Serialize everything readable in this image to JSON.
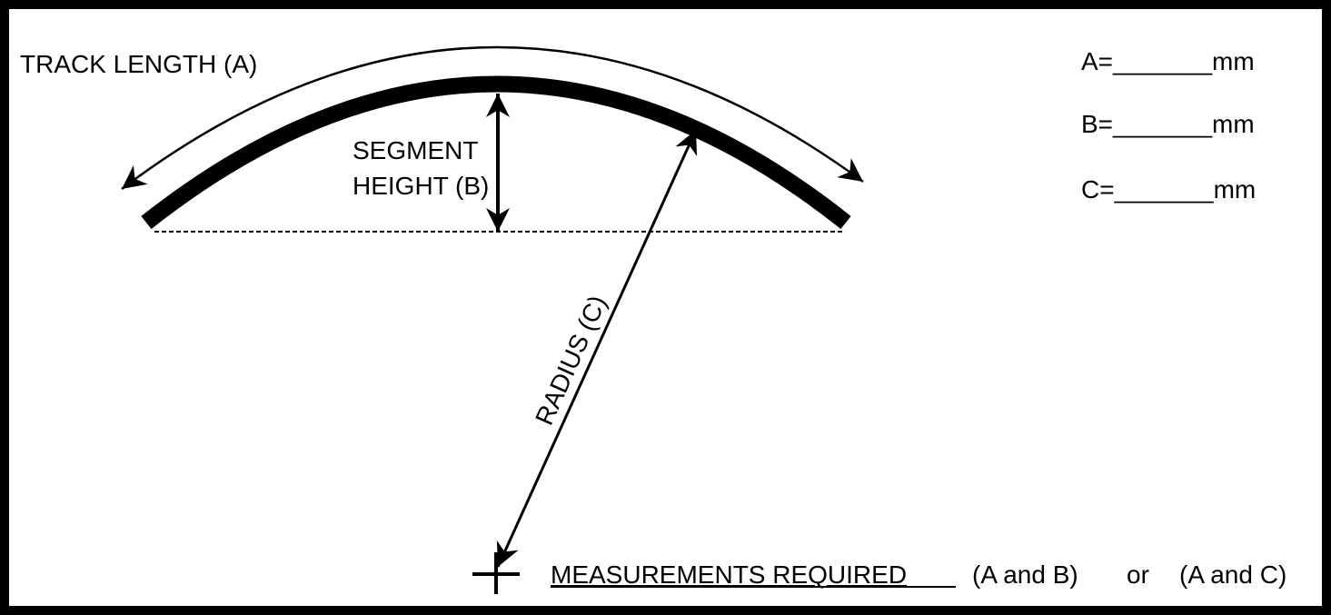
{
  "labels": {
    "track_length": "TRACK LENGTH (A)",
    "segment_height_line1": "SEGMENT",
    "segment_height_line2": "HEIGHT (B)",
    "radius": "RADIUS (C)"
  },
  "fields": [
    {
      "prefix": "A=",
      "blank": "_______",
      "unit": "mm"
    },
    {
      "prefix": "B=",
      "blank": "_______",
      "unit": "mm"
    },
    {
      "prefix": "C=",
      "blank": "_______",
      "unit": "mm"
    }
  ],
  "footer": {
    "heading": "MEASUREMENTS REQUIRED",
    "option1": "(A and B)",
    "connector": "or",
    "option2": "(A and C)"
  },
  "colors": {
    "stroke": "#000000",
    "background": "#ffffff"
  }
}
